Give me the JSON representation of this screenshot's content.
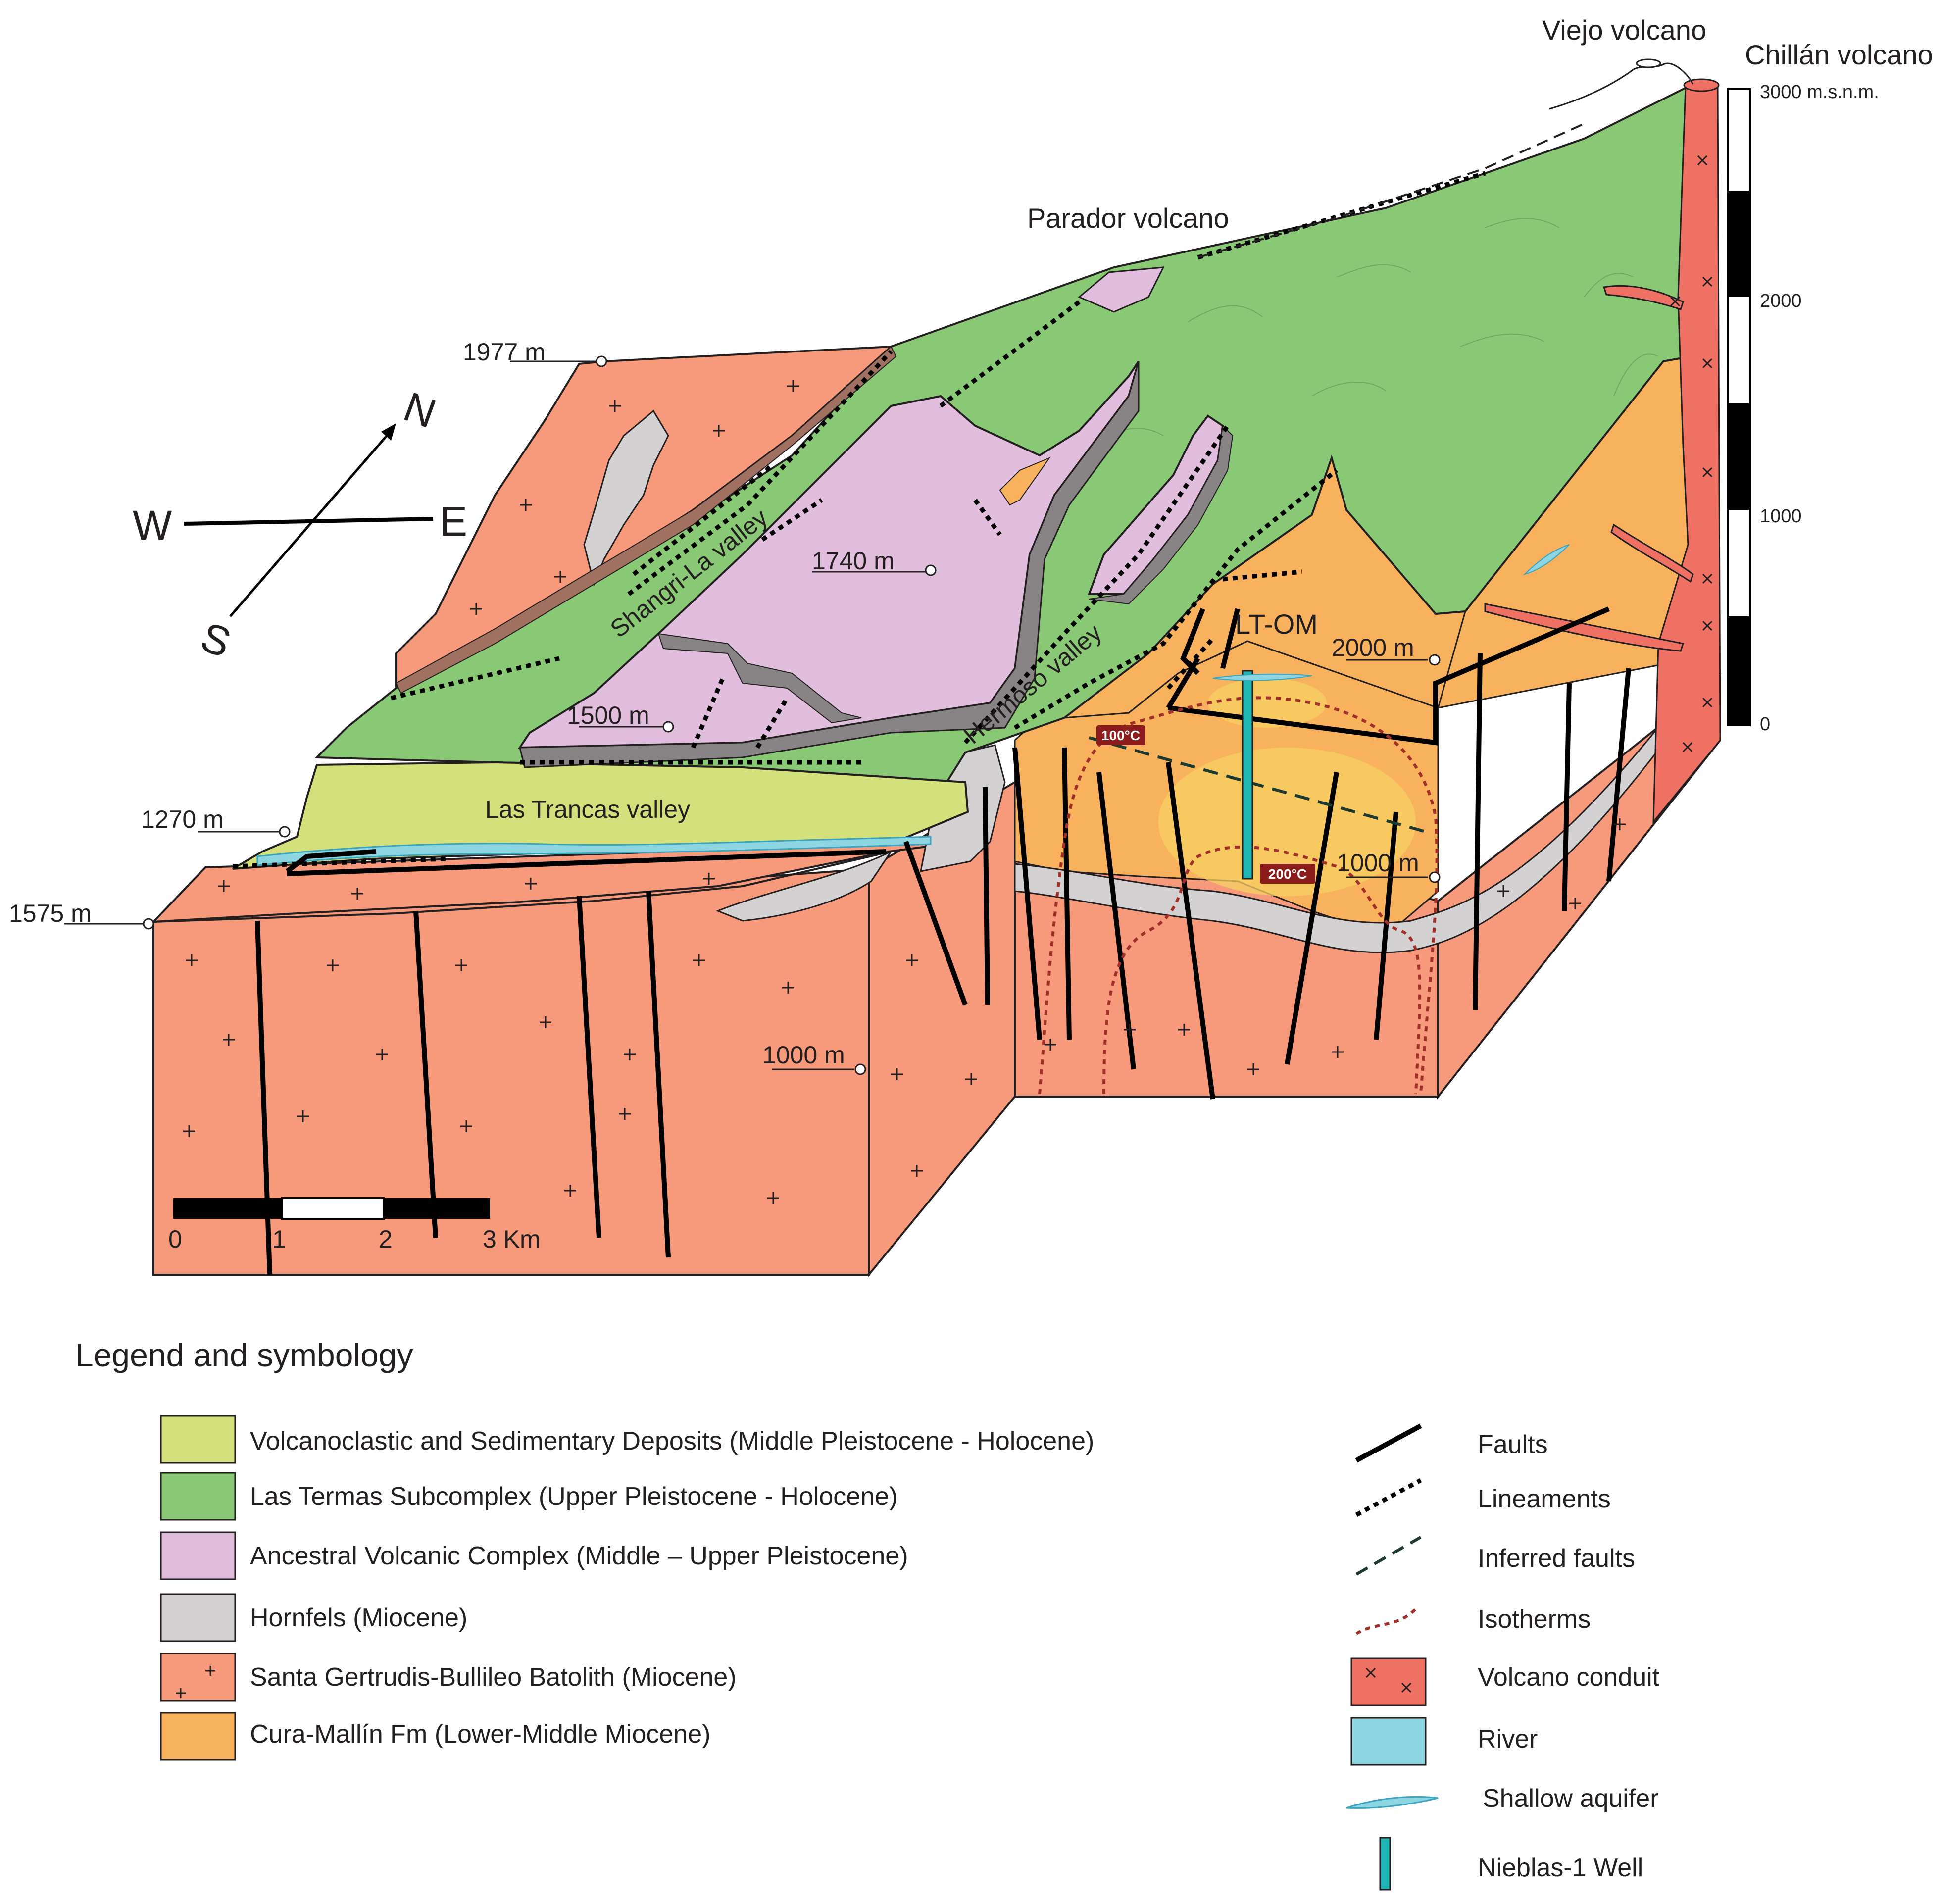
{
  "figure": {
    "volcanoes": {
      "viejo": "Viejo volcano",
      "chillan": "Chillán volcano",
      "parador": "Parador volcano"
    },
    "elevations": {
      "e1977": "1977 m",
      "e1740": "1740 m",
      "e1500": "1500 m",
      "e1270": "1270 m",
      "e1575": "1575 m",
      "e2000": "2000 m",
      "e1000_right": "1000 m",
      "e1000_front": "1000 m"
    },
    "valleys": {
      "shangri": "Shangri-La valley",
      "hermoso": "Hermoso valley",
      "trancas": "Las Trancas valley"
    },
    "feature_labels": {
      "ltom": "LT-OM",
      "iso100": "100°C",
      "iso200": "200°C"
    },
    "compass": {
      "n": "N",
      "s": "S",
      "w": "W",
      "e": "E"
    },
    "height_scale": {
      "top": "3000 m.s.n.m.",
      "t2000": "2000",
      "t1000": "1000",
      "t0": "0"
    },
    "distance_scale": {
      "t0": "0",
      "t1": "1",
      "t2": "2",
      "t3": "3 Km"
    }
  },
  "legend": {
    "title": "Legend and symbology",
    "units": [
      {
        "label": "Volcanoclastic and Sedimentary Deposits (Middle Pleistocene - Holocene)",
        "color": "#d4e07b"
      },
      {
        "label": "Las Termas Subcomplex (Upper Pleistocene - Holocene)",
        "color": "#89c975"
      },
      {
        "label": "Ancestral Volcanic Complex (Middle – Upper Pleistocene)",
        "color": "#e1bedd"
      },
      {
        "label": "Hornfels (Miocene)",
        "color": "#d3d1d1"
      },
      {
        "label": "Santa Gertrudis-Bullileo Batolith (Miocene)",
        "color": "#f79a7b"
      },
      {
        "label": "Cura-Mallín Fm (Lower-Middle Miocene)",
        "color": "#f8b25e"
      }
    ],
    "symbols": [
      {
        "label": "Faults",
        "icon": "solid-line"
      },
      {
        "label": "Lineaments",
        "icon": "dotted-line"
      },
      {
        "label": "Inferred faults",
        "icon": "dashed-line"
      },
      {
        "label": "Isotherms",
        "icon": "red-dotted-curve"
      },
      {
        "label": "Volcano conduit",
        "icon": "red-box-crosses"
      },
      {
        "label": "River",
        "icon": "blue-box"
      },
      {
        "label": "Shallow aquifer",
        "icon": "lens"
      },
      {
        "label": "Nieblas-1 Well",
        "icon": "well-bar"
      }
    ]
  }
}
